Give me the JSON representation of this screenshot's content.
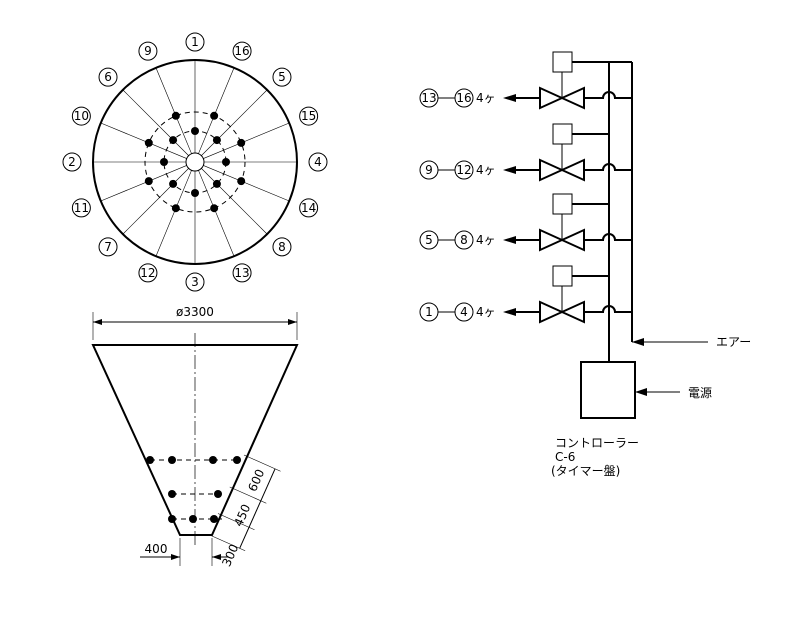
{
  "top_view": {
    "nozzle_labels": [
      {
        "id": "lbl-1",
        "text": "1"
      },
      {
        "id": "lbl-16",
        "text": "16"
      },
      {
        "id": "lbl-5",
        "text": "5"
      },
      {
        "id": "lbl-15",
        "text": "15"
      },
      {
        "id": "lbl-4",
        "text": "4"
      },
      {
        "id": "lbl-14",
        "text": "14"
      },
      {
        "id": "lbl-8",
        "text": "8"
      },
      {
        "id": "lbl-13",
        "text": "13"
      },
      {
        "id": "lbl-3",
        "text": "3"
      },
      {
        "id": "lbl-12",
        "text": "12"
      },
      {
        "id": "lbl-7",
        "text": "7"
      },
      {
        "id": "lbl-11",
        "text": "11"
      },
      {
        "id": "lbl-2",
        "text": "2"
      },
      {
        "id": "lbl-10",
        "text": "10"
      },
      {
        "id": "lbl-6",
        "text": "6"
      },
      {
        "id": "lbl-9",
        "text": "9"
      }
    ]
  },
  "side_view": {
    "top_diameter": "ø3300",
    "bottom_width": "400",
    "dim_600": "600",
    "dim_450": "450",
    "dim_300": "300"
  },
  "schematic": {
    "groups": [
      {
        "from": "13",
        "to": "16",
        "count": "4ヶ"
      },
      {
        "from": "9",
        "to": "12",
        "count": "4ヶ"
      },
      {
        "from": "5",
        "to": "8",
        "count": "4ヶ"
      },
      {
        "from": "1",
        "to": "4",
        "count": "4ヶ"
      }
    ],
    "air_label": "エアー",
    "power_label": "電源",
    "controller_line1": "コントローラー",
    "controller_line2": "C-6",
    "controller_line3": "(タイマー盤)"
  }
}
